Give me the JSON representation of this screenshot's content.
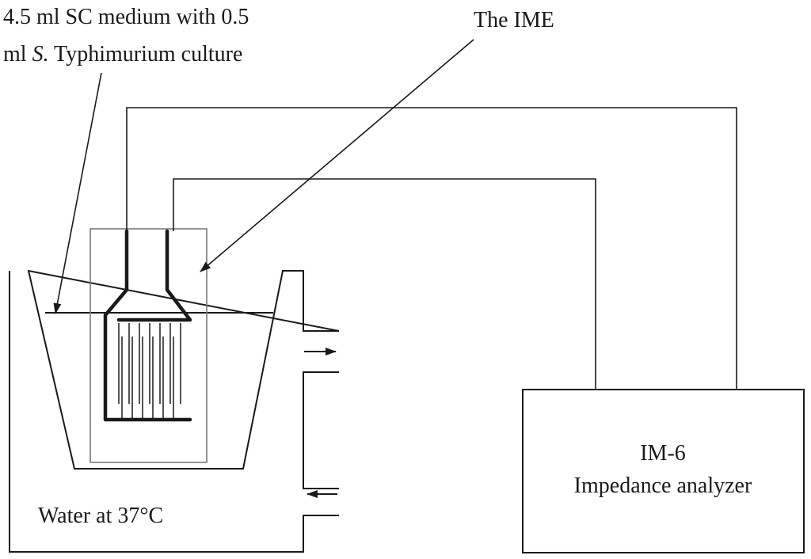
{
  "labels": {
    "medium_line1": "4.5 ml SC medium with 0.5",
    "medium_line2_pre": "ml ",
    "medium_line2_italic": "S.",
    "medium_line2_post": " Typhimurium culture",
    "ime": "The IME",
    "water": "Water at 37°C",
    "analyzer_line1": "IM-6",
    "analyzer_line2": "Impedance analyzer"
  }
}
